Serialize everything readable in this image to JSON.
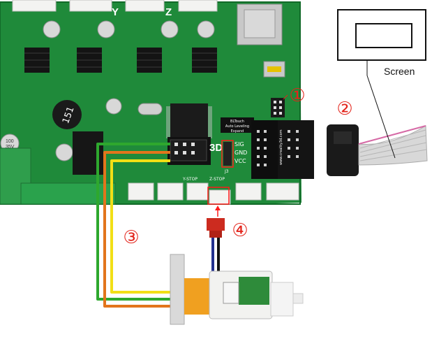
{
  "board": {
    "axis_labels": [
      "Y",
      "Z"
    ],
    "silk_3d": "3D",
    "silk_bltouch_title": "BLTouch",
    "silk_bltouch_line1": "Auto Leveling",
    "silk_bltouch_line2": "Expand",
    "pin_sig": "SIG",
    "pin_gnd": "GND",
    "pin_vcc": "VCC",
    "silk_j3": "J3",
    "silk_zstop": "Z-STOP",
    "silk_ystop": "Y-STOP",
    "inductor_label": "151",
    "cap_label_a": "100",
    "cap_label_b": "35V",
    "vendor_mark": "www.creality3d.com"
  },
  "screen": {
    "label": "Screen"
  },
  "callouts": [
    {
      "number": "①"
    },
    {
      "number": "②"
    },
    {
      "number": "③"
    },
    {
      "number": "④"
    }
  ],
  "colors": {
    "pcb_green": "#1f8a3a",
    "wire_green": "#2ea82e",
    "wire_orange": "#e2751c",
    "wire_yellow": "#f2df16",
    "wire_blue": "#22308f",
    "wire_black": "#111111",
    "callout_red": "#e3241b",
    "highlight_red": "#ff1a1a"
  }
}
